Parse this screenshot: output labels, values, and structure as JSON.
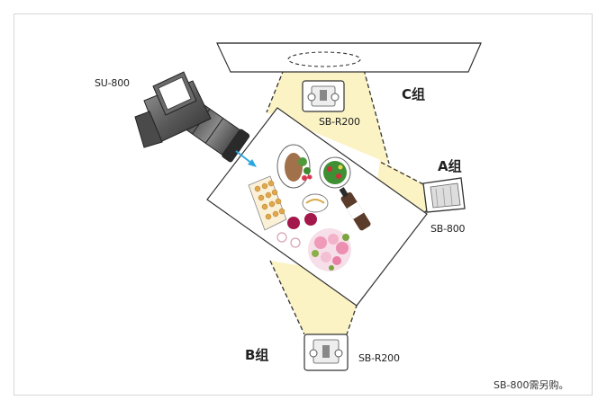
{
  "labels": {
    "commander": "SU-800",
    "group_c": "C组",
    "group_a": "A组",
    "group_b": "B组",
    "flash_c": "SB-R200",
    "flash_a": "SB-800",
    "flash_b": "SB-R200",
    "note": "SB-800需另购。"
  },
  "colors": {
    "light_beam": "#fbf3c4",
    "arrow": "#2aa7df",
    "outline": "#333333"
  }
}
